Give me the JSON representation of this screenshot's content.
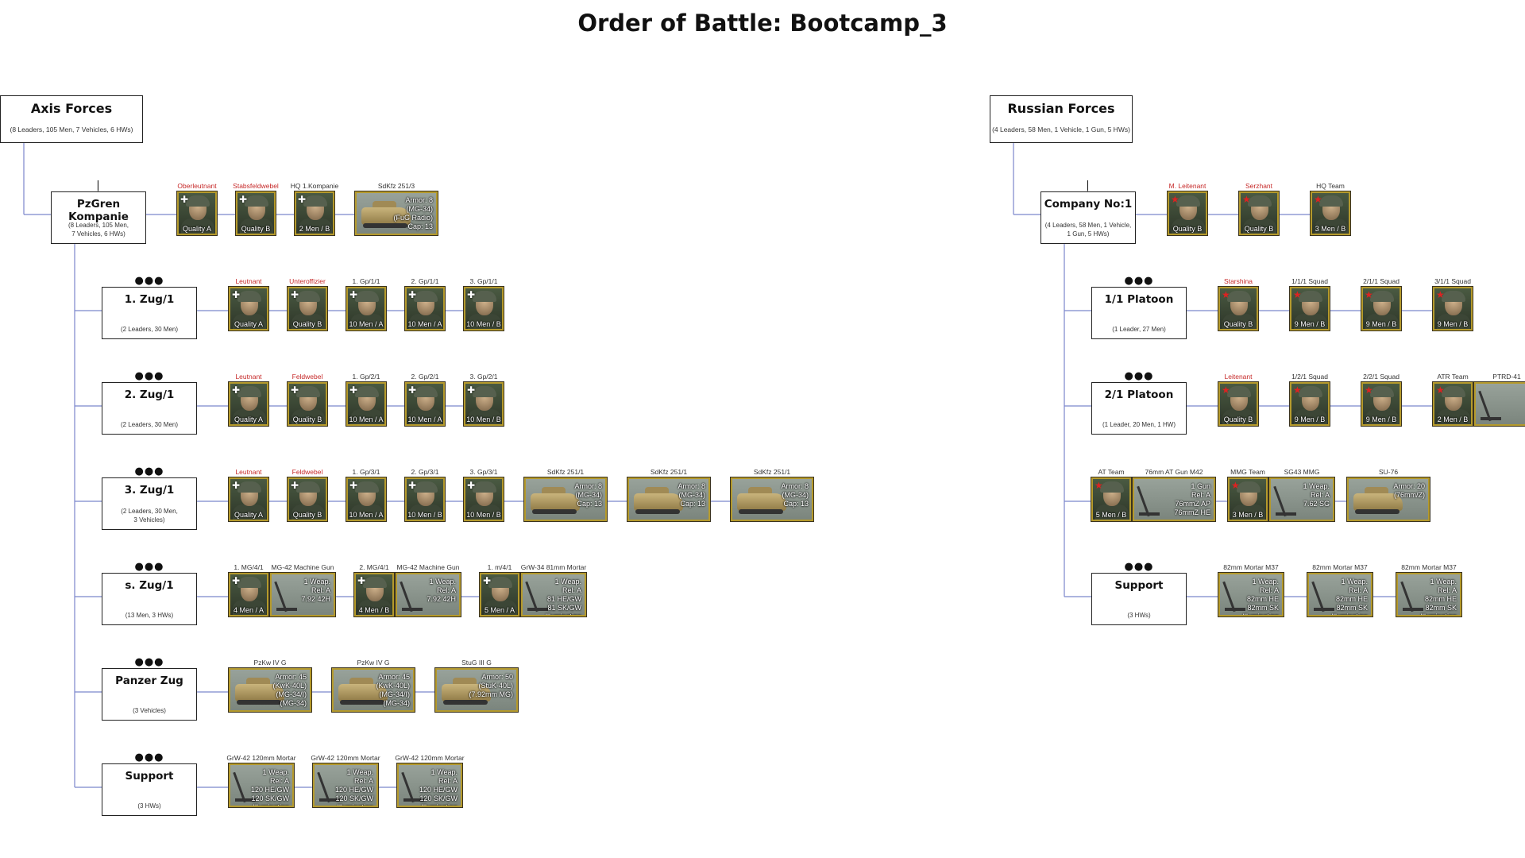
{
  "title": "Order of Battle: Bootcamp_3",
  "axis": {
    "name": "Axis Forces",
    "summary": "(8 Leaders, 105 Men, 7 Vehicles, 6 HWs)",
    "hq": {
      "name": "PzGren Kompanie",
      "summary": "(8 Leaders, 105 Men,\n7 Vehicles, 6 HWs)",
      "cards": [
        {
          "caption": "Oberleutnant",
          "red": true,
          "label": "Quality A",
          "badge": "cross"
        },
        {
          "caption": "Stabsfeldwebel",
          "red": true,
          "label": "Quality B",
          "badge": "cross"
        },
        {
          "caption": "HQ 1.Kompanie",
          "label": "2 Men / B",
          "badge": "cross"
        },
        {
          "caption": "SdKfz 251/3",
          "kind": "vehicle",
          "stats": [
            "Armor: 8",
            "(MG-34)",
            "(FuG Radio)",
            "Cap: 13"
          ]
        }
      ]
    },
    "platoons": [
      {
        "name": "1. Zug/1",
        "summary": "(2 Leaders, 30 Men)",
        "cards": [
          {
            "caption": "Leutnant",
            "red": true,
            "label": "Quality A",
            "badge": "cross"
          },
          {
            "caption": "Unteroffizier",
            "red": true,
            "label": "Quality B",
            "badge": "cross"
          },
          {
            "caption": "1. Gp/1/1",
            "label": "10 Men / A",
            "badge": "cross"
          },
          {
            "caption": "2. Gp/1/1",
            "label": "10 Men / A",
            "badge": "cross"
          },
          {
            "caption": "3. Gp/1/1",
            "label": "10 Men / B",
            "badge": "cross"
          }
        ]
      },
      {
        "name": "2. Zug/1",
        "summary": "(2 Leaders, 30 Men)",
        "cards": [
          {
            "caption": "Leutnant",
            "red": true,
            "label": "Quality A",
            "badge": "cross"
          },
          {
            "caption": "Feldwebel",
            "red": true,
            "label": "Quality B",
            "badge": "cross"
          },
          {
            "caption": "1. Gp/2/1",
            "label": "10 Men / A",
            "badge": "cross"
          },
          {
            "caption": "2. Gp/2/1",
            "label": "10 Men / A",
            "badge": "cross"
          },
          {
            "caption": "3. Gp/2/1",
            "label": "10 Men / B",
            "badge": "cross"
          }
        ]
      },
      {
        "name": "3. Zug/1",
        "summary": "(2 Leaders, 30 Men,\n3 Vehicles)",
        "cards": [
          {
            "caption": "Leutnant",
            "red": true,
            "label": "Quality A",
            "badge": "cross"
          },
          {
            "caption": "Feldwebel",
            "red": true,
            "label": "Quality B",
            "badge": "cross"
          },
          {
            "caption": "1. Gp/3/1",
            "label": "10 Men / A",
            "badge": "cross"
          },
          {
            "caption": "2. Gp/3/1",
            "label": "10 Men / B",
            "badge": "cross"
          },
          {
            "caption": "3. Gp/3/1",
            "label": "10 Men / B",
            "badge": "cross"
          },
          {
            "caption": "SdKfz 251/1",
            "kind": "vehicle",
            "stats": [
              "Armor: 8",
              "(MG-34)",
              "Cap: 13"
            ]
          },
          {
            "caption": "SdKfz 251/1",
            "kind": "vehicle",
            "stats": [
              "Armor: 8",
              "(MG-34)",
              "Cap: 13"
            ]
          },
          {
            "caption": "SdKfz 251/1",
            "kind": "vehicle",
            "stats": [
              "Armor: 8",
              "(MG-34)",
              "Cap: 13"
            ]
          }
        ]
      },
      {
        "name": "s. Zug/1",
        "summary": "(13 Men, 3 HWs)",
        "cards": [
          {
            "caption": "1. MG/4/1",
            "label": "4 Men / A",
            "badge": "cross",
            "pair": true
          },
          {
            "caption": "MG-42 Machine Gun",
            "kind": "weapon",
            "stats": [
              "1 Weap.",
              "Rel: A",
              "7.92 42H"
            ]
          },
          {
            "caption": "2. MG/4/1",
            "label": "4 Men / B",
            "badge": "cross",
            "pair": true
          },
          {
            "caption": "MG-42 Machine Gun",
            "kind": "weapon",
            "stats": [
              "1 Weap.",
              "Rel: A",
              "7.92 42H"
            ]
          },
          {
            "caption": "1. m/4/1",
            "label": "5 Men / A",
            "badge": "cross",
            "pair": true
          },
          {
            "caption": "GrW-34 81mm Mortar",
            "kind": "weapon",
            "stats": [
              "1 Weap.",
              "Rel: A",
              "81 HE/GW",
              "81 SK/GW",
              "Illumination"
            ]
          }
        ]
      },
      {
        "name": "Panzer Zug",
        "summary": "(3 Vehicles)",
        "cards": [
          {
            "caption": "PzKw IV G",
            "kind": "vehicle",
            "stats": [
              "Armor: 45",
              "(KwK-40L)",
              "(MG-34/I)",
              "(MG-34)"
            ]
          },
          {
            "caption": "PzKw IV G",
            "kind": "vehicle",
            "stats": [
              "Armor: 45",
              "(KwK-40L)",
              "(MG-34/I)",
              "(MG-34)"
            ]
          },
          {
            "caption": "StuG III G",
            "kind": "vehicle",
            "stats": [
              "Armor: 50",
              "(StuK-40L)",
              "(7.92mm MG)"
            ]
          }
        ]
      },
      {
        "name": "Support",
        "summary": "(3 HWs)",
        "cards": [
          {
            "caption": "GrW-42 120mm Mortar",
            "kind": "weapon",
            "stats": [
              "1 Weap.",
              "Rel: A",
              "120 HE/GW",
              "120 SK/GW",
              "Illumination"
            ]
          },
          {
            "caption": "GrW-42 120mm Mortar",
            "kind": "weapon",
            "stats": [
              "1 Weap.",
              "Rel: A",
              "120 HE/GW",
              "120 SK/GW",
              "Illumination"
            ]
          },
          {
            "caption": "GrW-42 120mm Mortar",
            "kind": "weapon",
            "stats": [
              "1 Weap.",
              "Rel: A",
              "120 HE/GW",
              "120 SK/GW",
              "Illumination"
            ]
          }
        ]
      }
    ]
  },
  "russian": {
    "name": "Russian Forces",
    "summary": "(4 Leaders, 58 Men, 1 Vehicle, 1 Gun, 5 HWs)",
    "hq": {
      "name": "Company No:1",
      "summary": "(4 Leaders, 58 Men, 1 Vehicle,\n1 Gun, 5 HWs)",
      "cards": [
        {
          "caption": "M. Leitenant",
          "red": true,
          "label": "Quality B",
          "badge": "star"
        },
        {
          "caption": "Serzhant",
          "red": true,
          "label": "Quality B",
          "badge": "star"
        },
        {
          "caption": "HQ Team",
          "label": "3 Men / B",
          "badge": "star"
        }
      ]
    },
    "platoons": [
      {
        "name": "1/1 Platoon",
        "summary": "(1 Leader, 27 Men)",
        "cards": [
          {
            "caption": "Starshina",
            "red": true,
            "label": "Quality B",
            "badge": "star"
          },
          {
            "caption": "1/1/1 Squad",
            "label": "9 Men / B",
            "badge": "star"
          },
          {
            "caption": "2/1/1 Squad",
            "label": "9 Men / B",
            "badge": "star"
          },
          {
            "caption": "3/1/1 Squad",
            "label": "9 Men / B",
            "badge": "star"
          }
        ]
      },
      {
        "name": "2/1 Platoon",
        "summary": "(1 Leader, 20 Men, 1 HW)",
        "cards": [
          {
            "caption": "Leitenant",
            "red": true,
            "label": "Quality B",
            "badge": "star"
          },
          {
            "caption": "1/2/1 Squad",
            "label": "9 Men / B",
            "badge": "star"
          },
          {
            "caption": "2/2/1 Squad",
            "label": "9 Men / B",
            "badge": "star"
          },
          {
            "caption": "ATR Team",
            "label": "2 Men / B",
            "badge": "star",
            "pair": true
          },
          {
            "caption": "PTRD-41",
            "kind": "weapon",
            "stats": []
          }
        ]
      },
      {
        "name": "",
        "summary": "",
        "cards": [
          {
            "caption": "AT Team",
            "label": "5 Men / B",
            "badge": "star",
            "pair": true
          },
          {
            "caption": "76mm AT Gun M42",
            "kind": "gun",
            "stats": [
              "1 Gun",
              "Rel: A",
              "76mmZ AP",
              "76mmZ HE"
            ]
          },
          {
            "caption": "MMG Team",
            "label": "3 Men / B",
            "badge": "star",
            "pair": true
          },
          {
            "caption": "SG43 MMG",
            "kind": "weapon",
            "stats": [
              "1 Weap.",
              "Rel: A",
              "7.62 SG"
            ]
          },
          {
            "caption": "SU-76",
            "kind": "vehicle",
            "stats": [
              "Armor: 20",
              "(76mm/Z)"
            ]
          }
        ]
      },
      {
        "name": "Support",
        "summary": "(3 HWs)",
        "cards": [
          {
            "caption": "82mm Mortar M37",
            "kind": "weapon",
            "stats": [
              "1 Weap.",
              "Rel: A",
              "82mm HE",
              "82mm SK",
              "Illumination"
            ]
          },
          {
            "caption": "82mm Mortar M37",
            "kind": "weapon",
            "stats": [
              "1 Weap.",
              "Rel: A",
              "82mm HE",
              "82mm SK",
              "Illumination"
            ]
          },
          {
            "caption": "82mm Mortar M37",
            "kind": "weapon",
            "stats": [
              "1 Weap.",
              "Rel: A",
              "82mm HE",
              "82mm SK",
              "Illumination"
            ]
          }
        ]
      }
    ]
  }
}
